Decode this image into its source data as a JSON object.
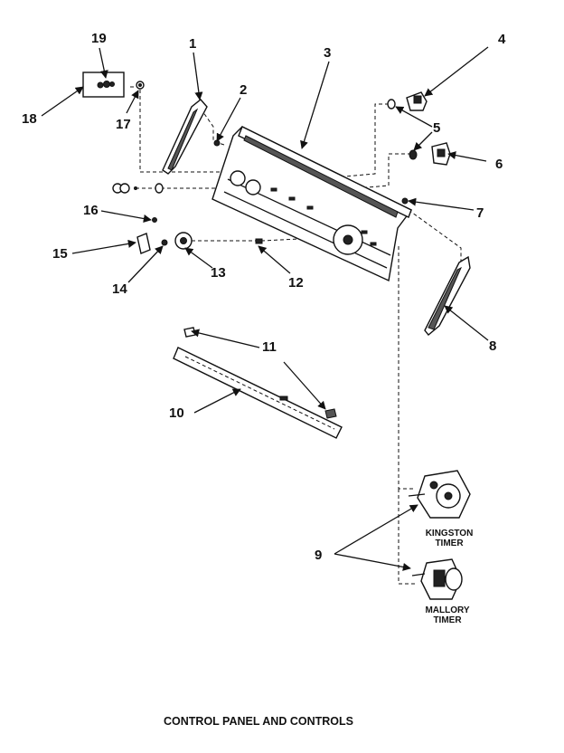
{
  "callouts": {
    "c1": "1",
    "c2": "2",
    "c3": "3",
    "c4": "4",
    "c5": "5",
    "c6": "6",
    "c7": "7",
    "c8": "8",
    "c9": "9",
    "c10": "10",
    "c11": "11",
    "c12": "12",
    "c13": "13",
    "c14": "14",
    "c15": "15",
    "c16": "16",
    "c17": "17",
    "c18": "18",
    "c19": "19"
  },
  "timers": {
    "kingston_line1": "KINGSTON",
    "kingston_line2": "TIMER",
    "mallory_line1": "MALLORY",
    "mallory_line2": "TIMER"
  },
  "caption": "CONTROL PANEL AND CONTROLS"
}
